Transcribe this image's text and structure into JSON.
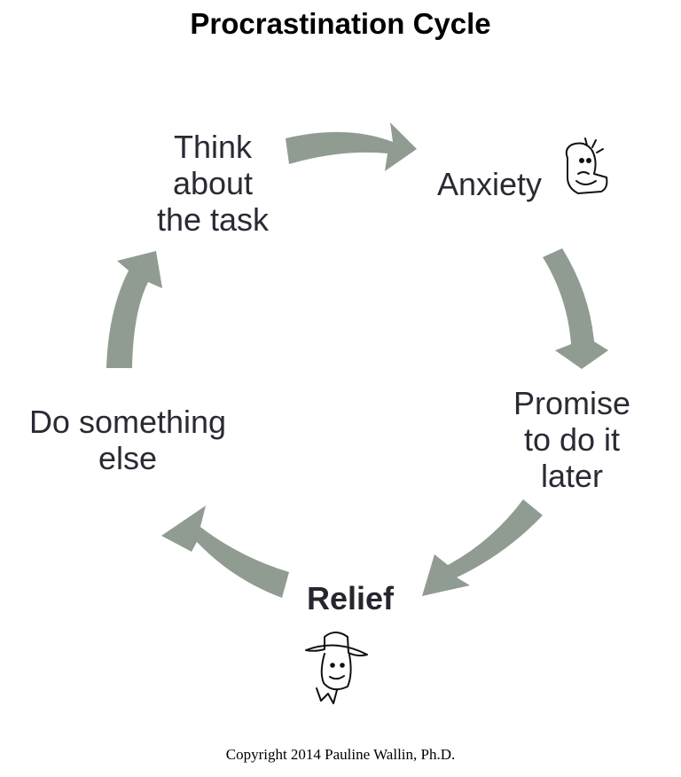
{
  "title": "Procrastination Cycle",
  "nodes": {
    "think": "Think\nabout\nthe task",
    "anxiety": "Anxiety",
    "promise": "Promise\nto do it\nlater",
    "relief": "Relief",
    "do_else": "Do something\nelse"
  },
  "copyright": "Copyright 2014 Pauline Wallin, Ph.D.",
  "colors": {
    "arrow": "#909c92",
    "text": "#2a2a35"
  }
}
